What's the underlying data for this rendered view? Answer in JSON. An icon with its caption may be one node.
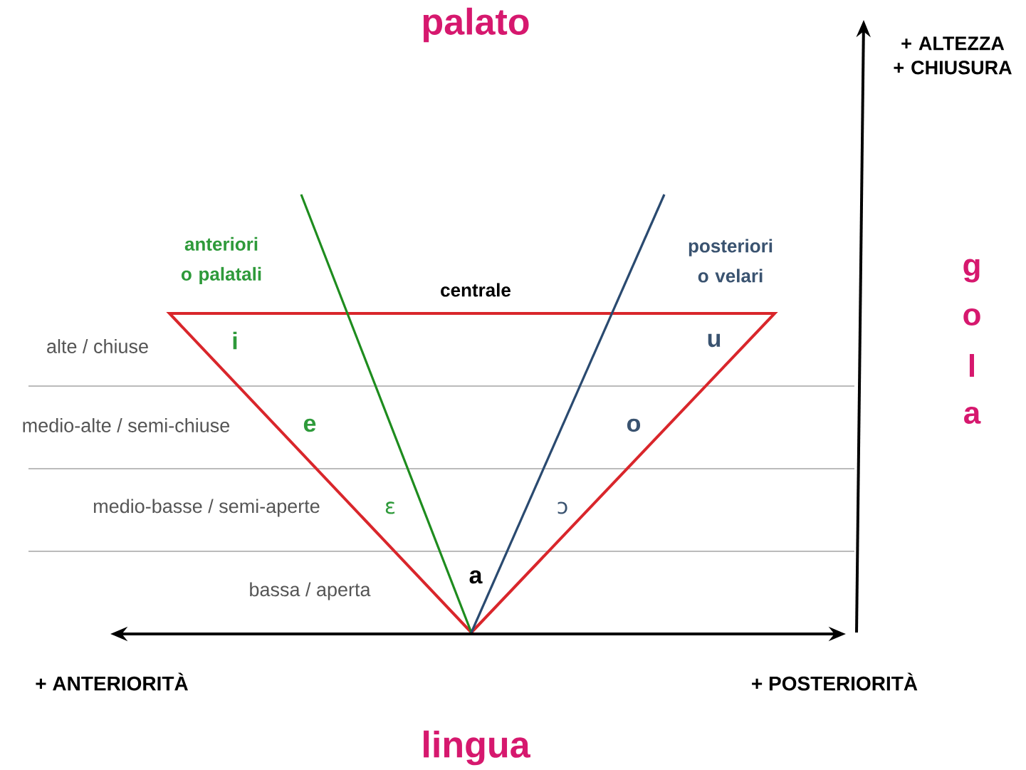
{
  "diagram": {
    "labels": [
      "palato",
      "+ ALTEZZA + CHIUSURA",
      "anteriori o palatali",
      "posteriori o velari",
      "centrale",
      "g",
      "alte / chiuse",
      "i",
      "u",
      "o",
      "l",
      "medio-alte / semi-chiuse",
      "e",
      "o",
      "a",
      "medio-basse / semi-aperte",
      "ɛ",
      "ɔ",
      "a",
      "bassa / aperta",
      "+ ANTERIORITÀ",
      "+ POSTERIORITÀ",
      "lingua"
    ]
  }
}
